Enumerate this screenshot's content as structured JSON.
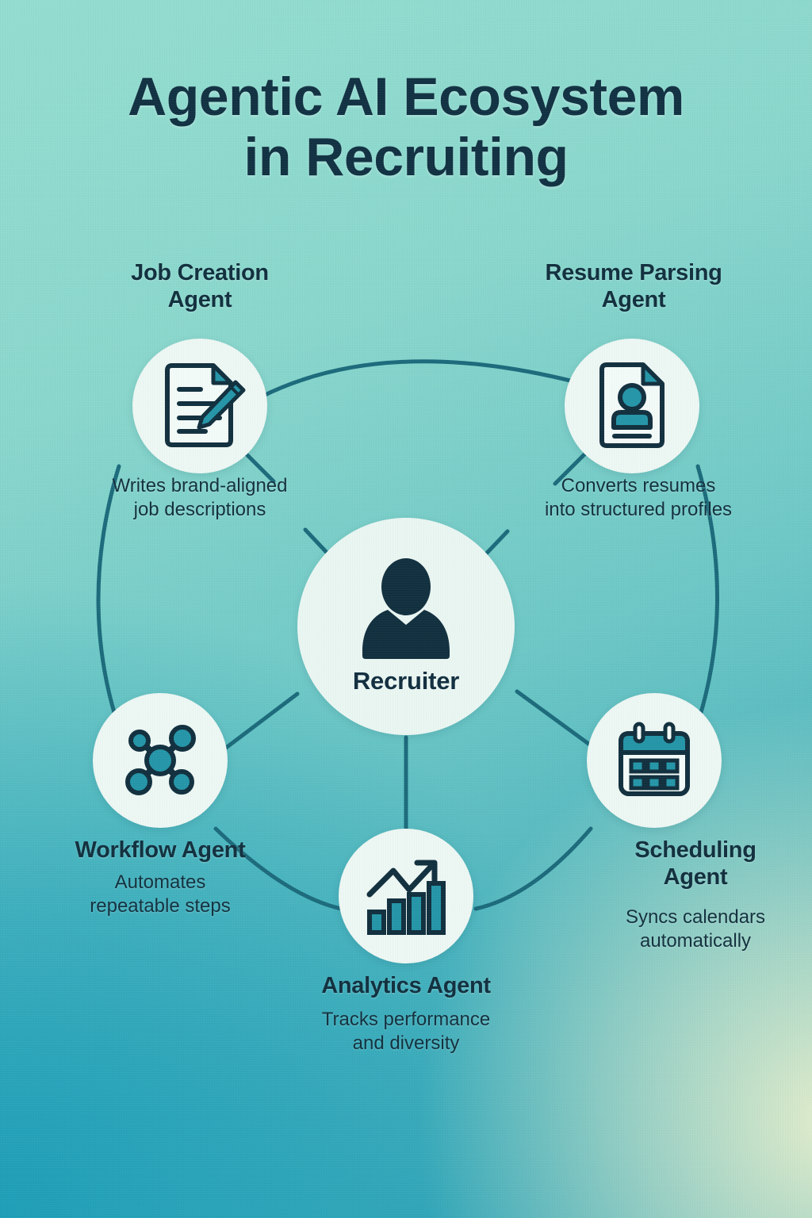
{
  "title": {
    "line1": "Agentic AI Ecosystem",
    "line2": "in Recruiting"
  },
  "center": {
    "label": "Recruiter",
    "icon": "person-silhouette-icon"
  },
  "colors": {
    "ink": "#12303f",
    "teal": "#2596a8",
    "node_fill": "#edf7f3",
    "line": "#1c6b7c",
    "bg_light": "#94ddd0",
    "bg_deep": "#2fa4b6",
    "bg_glow": "#eef2cd"
  },
  "agents": [
    {
      "id": "job-creation",
      "title": "Job Creation\nAgent",
      "title_line1": "Job Creation",
      "title_line2": "Agent",
      "desc_line1": "Writes brand-aligned",
      "desc_line2": "job descriptions",
      "icon": "document-pencil-icon"
    },
    {
      "id": "resume-parsing",
      "title_line1": "Resume Parsing",
      "title_line2": "Agent",
      "desc_line1": "Converts resumes",
      "desc_line2": "into structured profiles",
      "icon": "resume-profile-icon"
    },
    {
      "id": "workflow",
      "title_line1": "Workflow Agent",
      "title_line2": "",
      "desc_line1": "Automates",
      "desc_line2": "repeatable steps",
      "icon": "network-nodes-icon"
    },
    {
      "id": "scheduling",
      "title_line1": "Scheduling",
      "title_line2": "Agent",
      "desc_line1": "Syncs calendars",
      "desc_line2": "automatically",
      "icon": "calendar-icon"
    },
    {
      "id": "analytics",
      "title_line1": "Analytics Agent",
      "title_line2": "",
      "desc_line1": "Tracks performance",
      "desc_line2": "and diversity",
      "icon": "bar-chart-growth-icon"
    }
  ]
}
